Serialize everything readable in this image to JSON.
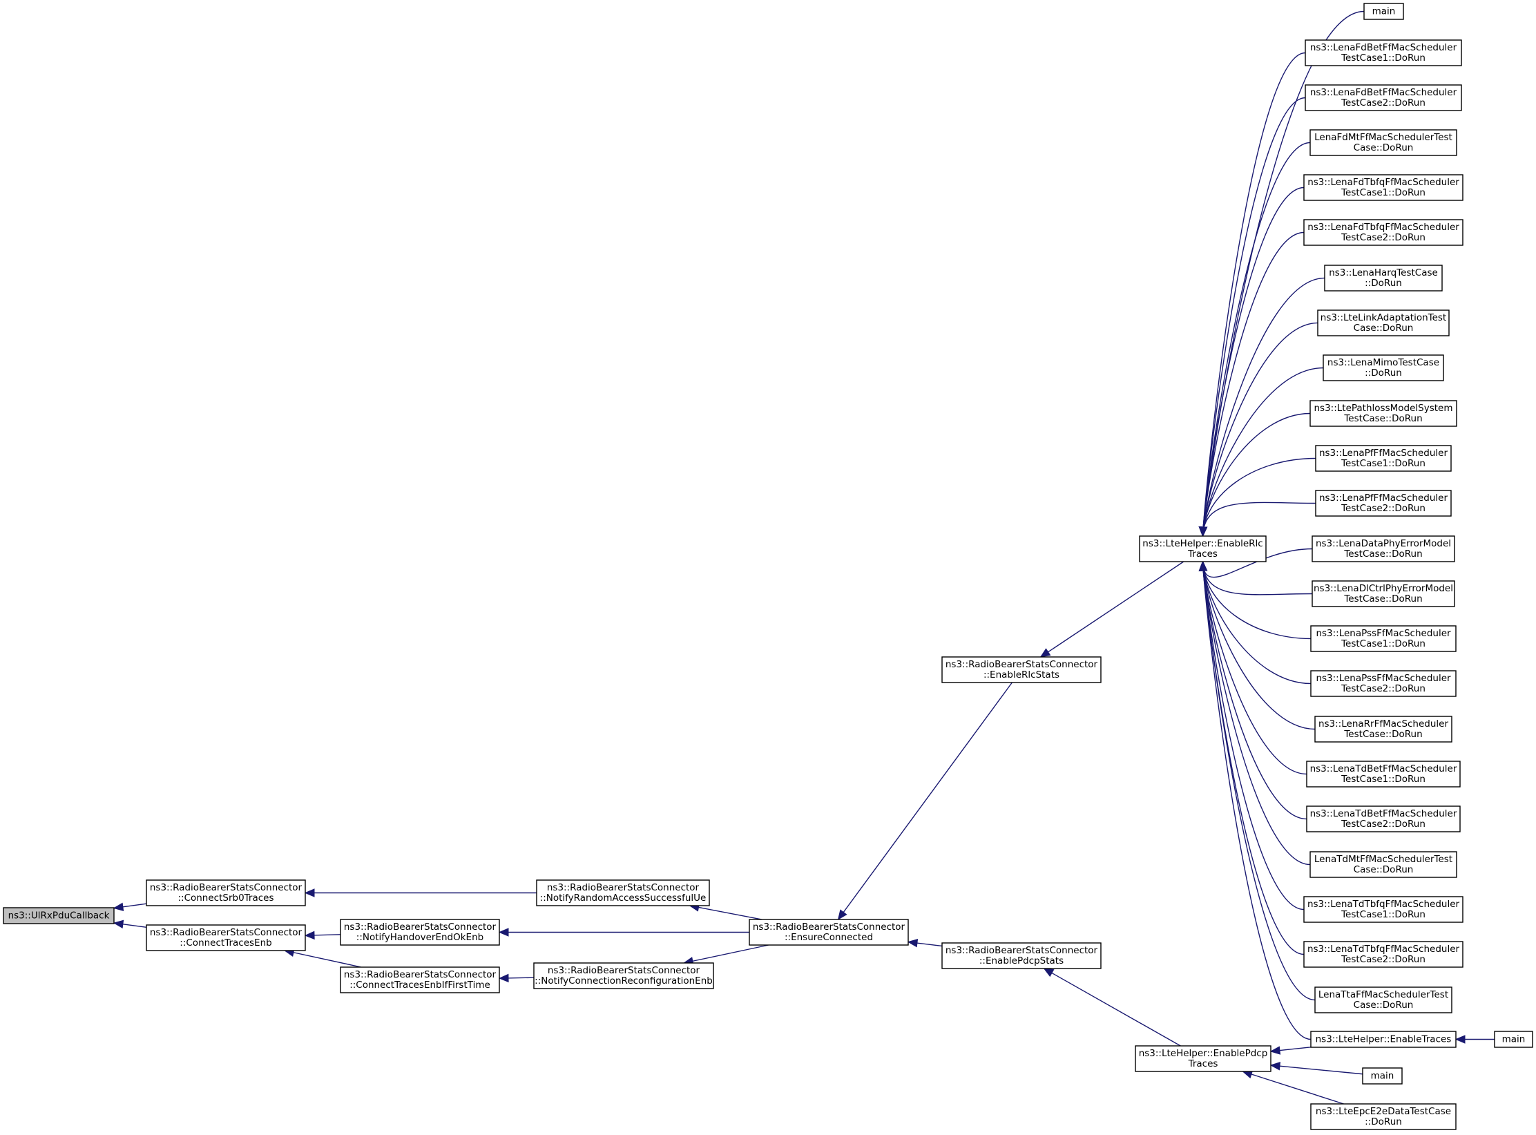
{
  "nodes": [
    {
      "id": "root",
      "lines": [
        "ns3::UlRxPduCallback"
      ],
      "root": true
    },
    {
      "id": "srb0",
      "lines": [
        "ns3::RadioBearerStatsConnector",
        "::ConnectSrb0Traces"
      ]
    },
    {
      "id": "tracesEnb",
      "lines": [
        "ns3::RadioBearerStatsConnector",
        "::ConnectTracesEnb"
      ]
    },
    {
      "id": "hoEnd",
      "lines": [
        "ns3::RadioBearerStatsConnector",
        "::NotifyHandoverEndOkEnb"
      ]
    },
    {
      "id": "firstTime",
      "lines": [
        "ns3::RadioBearerStatsConnector",
        "::ConnectTracesEnbIfFirstTime"
      ]
    },
    {
      "id": "randAcc",
      "lines": [
        "ns3::RadioBearerStatsConnector",
        "::NotifyRandomAccessSuccessfulUe"
      ]
    },
    {
      "id": "connReconf",
      "lines": [
        "ns3::RadioBearerStatsConnector",
        "::NotifyConnectionReconfigurationEnb"
      ]
    },
    {
      "id": "ensure",
      "lines": [
        "ns3::RadioBearerStatsConnector",
        "::EnsureConnected"
      ]
    },
    {
      "id": "rlcStats",
      "lines": [
        "ns3::RadioBearerStatsConnector",
        "::EnableRlcStats"
      ]
    },
    {
      "id": "pdcpStats",
      "lines": [
        "ns3::RadioBearerStatsConnector",
        "::EnablePdcpStats"
      ]
    },
    {
      "id": "rlcTraces",
      "lines": [
        "ns3::LteHelper::EnableRlc",
        "Traces"
      ]
    },
    {
      "id": "pdcpTraces",
      "lines": [
        "ns3::LteHelper::EnablePdcp",
        "Traces"
      ]
    },
    {
      "id": "enableTraces",
      "lines": [
        "ns3::LteHelper::EnableTraces"
      ]
    },
    {
      "id": "main2",
      "lines": [
        "main"
      ]
    },
    {
      "id": "main3",
      "lines": [
        "main"
      ]
    },
    {
      "id": "epcE2e",
      "lines": [
        "ns3::LteEpcE2eDataTestCase",
        "::DoRun"
      ]
    },
    {
      "id": "r0",
      "lines": [
        "main"
      ]
    },
    {
      "id": "r1",
      "lines": [
        "ns3::LenaFdBetFfMacScheduler",
        "TestCase1::DoRun"
      ]
    },
    {
      "id": "r2",
      "lines": [
        "ns3::LenaFdBetFfMacScheduler",
        "TestCase2::DoRun"
      ]
    },
    {
      "id": "r3",
      "lines": [
        "LenaFdMtFfMacSchedulerTest",
        "Case::DoRun"
      ]
    },
    {
      "id": "r4",
      "lines": [
        "ns3::LenaFdTbfqFfMacScheduler",
        "TestCase1::DoRun"
      ]
    },
    {
      "id": "r5",
      "lines": [
        "ns3::LenaFdTbfqFfMacScheduler",
        "TestCase2::DoRun"
      ]
    },
    {
      "id": "r6",
      "lines": [
        "ns3::LenaHarqTestCase",
        "::DoRun"
      ]
    },
    {
      "id": "r7",
      "lines": [
        "ns3::LteLinkAdaptationTest",
        "Case::DoRun"
      ]
    },
    {
      "id": "r8",
      "lines": [
        "ns3::LenaMimoTestCase",
        "::DoRun"
      ]
    },
    {
      "id": "r9",
      "lines": [
        "ns3::LtePathlossModelSystem",
        "TestCase::DoRun"
      ]
    },
    {
      "id": "r10",
      "lines": [
        "ns3::LenaPfFfMacScheduler",
        "TestCase1::DoRun"
      ]
    },
    {
      "id": "r11",
      "lines": [
        "ns3::LenaPfFfMacScheduler",
        "TestCase2::DoRun"
      ]
    },
    {
      "id": "r12",
      "lines": [
        "ns3::LenaDataPhyErrorModel",
        "TestCase::DoRun"
      ]
    },
    {
      "id": "r13",
      "lines": [
        "ns3::LenaDlCtrlPhyErrorModel",
        "TestCase::DoRun"
      ]
    },
    {
      "id": "r14",
      "lines": [
        "ns3::LenaPssFfMacScheduler",
        "TestCase1::DoRun"
      ]
    },
    {
      "id": "r15",
      "lines": [
        "ns3::LenaPssFfMacScheduler",
        "TestCase2::DoRun"
      ]
    },
    {
      "id": "r16",
      "lines": [
        "ns3::LenaRrFfMacScheduler",
        "TestCase::DoRun"
      ]
    },
    {
      "id": "r17",
      "lines": [
        "ns3::LenaTdBetFfMacScheduler",
        "TestCase1::DoRun"
      ]
    },
    {
      "id": "r18",
      "lines": [
        "ns3::LenaTdBetFfMacScheduler",
        "TestCase2::DoRun"
      ]
    },
    {
      "id": "r19",
      "lines": [
        "LenaTdMtFfMacSchedulerTest",
        "Case::DoRun"
      ]
    },
    {
      "id": "r20",
      "lines": [
        "ns3::LenaTdTbfqFfMacScheduler",
        "TestCase1::DoRun"
      ]
    },
    {
      "id": "r21",
      "lines": [
        "ns3::LenaTdTbfqFfMacScheduler",
        "TestCase2::DoRun"
      ]
    },
    {
      "id": "r22",
      "lines": [
        "LenaTtaFfMacSchedulerTest",
        "Case::DoRun"
      ]
    }
  ],
  "edges": [
    [
      "srb0",
      "root"
    ],
    [
      "tracesEnb",
      "root"
    ],
    [
      "randAcc",
      "srb0"
    ],
    [
      "hoEnd",
      "tracesEnb"
    ],
    [
      "firstTime",
      "tracesEnb"
    ],
    [
      "connReconf",
      "firstTime"
    ],
    [
      "ensure",
      "randAcc"
    ],
    [
      "ensure",
      "hoEnd"
    ],
    [
      "ensure",
      "connReconf"
    ],
    [
      "rlcStats",
      "ensure"
    ],
    [
      "pdcpStats",
      "ensure"
    ],
    [
      "rlcTraces",
      "rlcStats"
    ],
    [
      "pdcpTraces",
      "pdcpStats"
    ],
    [
      "enableTraces",
      "pdcpTraces"
    ],
    [
      "main3",
      "pdcpTraces"
    ],
    [
      "epcE2e",
      "pdcpTraces"
    ],
    [
      "main2",
      "enableTraces"
    ],
    [
      "r0",
      "rlcTraces"
    ],
    [
      "r1",
      "rlcTraces"
    ],
    [
      "r2",
      "rlcTraces"
    ],
    [
      "r3",
      "rlcTraces"
    ],
    [
      "r4",
      "rlcTraces"
    ],
    [
      "r5",
      "rlcTraces"
    ],
    [
      "r6",
      "rlcTraces"
    ],
    [
      "r7",
      "rlcTraces"
    ],
    [
      "r8",
      "rlcTraces"
    ],
    [
      "r9",
      "rlcTraces"
    ],
    [
      "r10",
      "rlcTraces"
    ],
    [
      "r11",
      "rlcTraces"
    ],
    [
      "r12",
      "rlcTraces"
    ],
    [
      "r13",
      "rlcTraces"
    ],
    [
      "r14",
      "rlcTraces"
    ],
    [
      "r15",
      "rlcTraces"
    ],
    [
      "r16",
      "rlcTraces"
    ],
    [
      "r17",
      "rlcTraces"
    ],
    [
      "r18",
      "rlcTraces"
    ],
    [
      "r19",
      "rlcTraces"
    ],
    [
      "r20",
      "rlcTraces"
    ],
    [
      "r21",
      "rlcTraces"
    ],
    [
      "r22",
      "rlcTraces"
    ],
    [
      "enableTraces",
      "rlcTraces"
    ]
  ],
  "colors": {
    "edge": "#191970",
    "root_fill": "#bfbfbf",
    "node_fill": "#ffffff",
    "border": "#000000"
  }
}
